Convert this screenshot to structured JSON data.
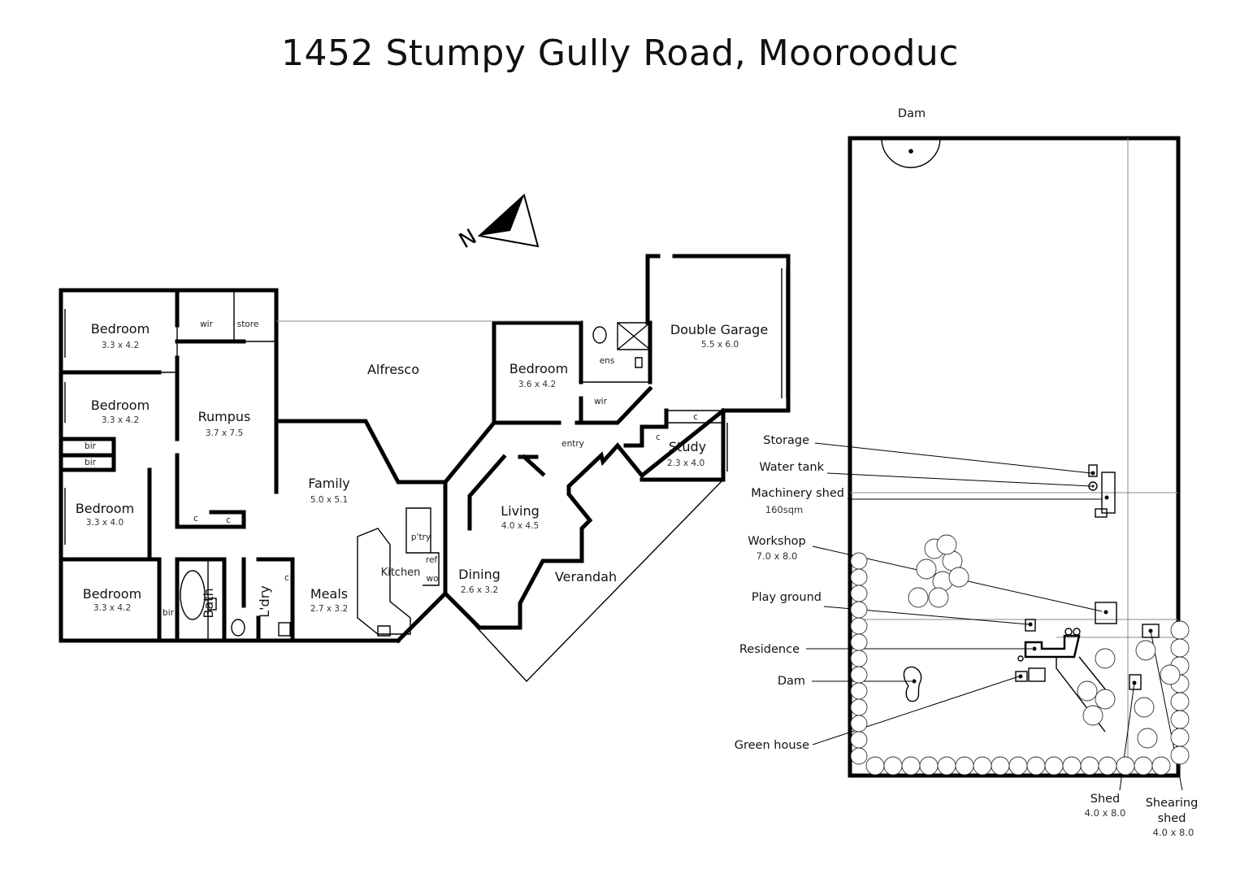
{
  "title": "1452 Stumpy Gully Road, Moorooduc",
  "compass": {
    "letter": "N"
  },
  "rooms": {
    "bedroom1": {
      "name": "Bedroom",
      "dim": "3.3 x 4.2"
    },
    "bedroom2": {
      "name": "Bedroom",
      "dim": "3.3 x 4.2"
    },
    "bedroom3": {
      "name": "Bedroom",
      "dim": "3.3 x 4.0"
    },
    "bedroom4": {
      "name": "Bedroom",
      "dim": "3.3 x 4.2"
    },
    "rumpus": {
      "name": "Rumpus",
      "dim": "3.7 x 7.5"
    },
    "family": {
      "name": "Family",
      "dim": "5.0 x 5.1"
    },
    "meals": {
      "name": "Meals",
      "dim": "2.7 x 3.2"
    },
    "alfresco": {
      "name": "Alfresco"
    },
    "kitchen": {
      "name": "Kitchen"
    },
    "living": {
      "name": "Living",
      "dim": "4.0 x 4.5"
    },
    "dining": {
      "name": "Dining",
      "dim": "2.6 x 3.2"
    },
    "verandah": {
      "name": "Verandah"
    },
    "bedroom5": {
      "name": "Bedroom",
      "dim": "3.6 x 4.2"
    },
    "garage": {
      "name": "Double Garage",
      "dim": "5.5 x 6.0"
    },
    "study": {
      "name": "Study",
      "dim": "2.3 x 4.0"
    },
    "bath": {
      "name": "Bath"
    },
    "laundry": {
      "name": "L'dry"
    }
  },
  "small_labels": {
    "wir": "wir",
    "store": "store",
    "bir": "bir",
    "c": "c",
    "ens": "ens",
    "entry": "entry",
    "pantry": "p'try",
    "ref": "ref",
    "wo": "wo"
  },
  "site": {
    "dam_top": "Dam",
    "storage": "Storage",
    "water_tank": "Water tank",
    "machinery_shed": "Machinery shed",
    "machinery_shed_area": "160sqm",
    "workshop": "Workshop",
    "workshop_dim": "7.0 x 8.0",
    "play_ground": "Play ground",
    "residence": "Residence",
    "dam": "Dam",
    "green_house": "Green house",
    "shed": "Shed",
    "shed_dim": "4.0 x 8.0",
    "shearing_1": "Shearing",
    "shearing_2": "shed",
    "shearing_dim": "4.0 x 8.0"
  }
}
